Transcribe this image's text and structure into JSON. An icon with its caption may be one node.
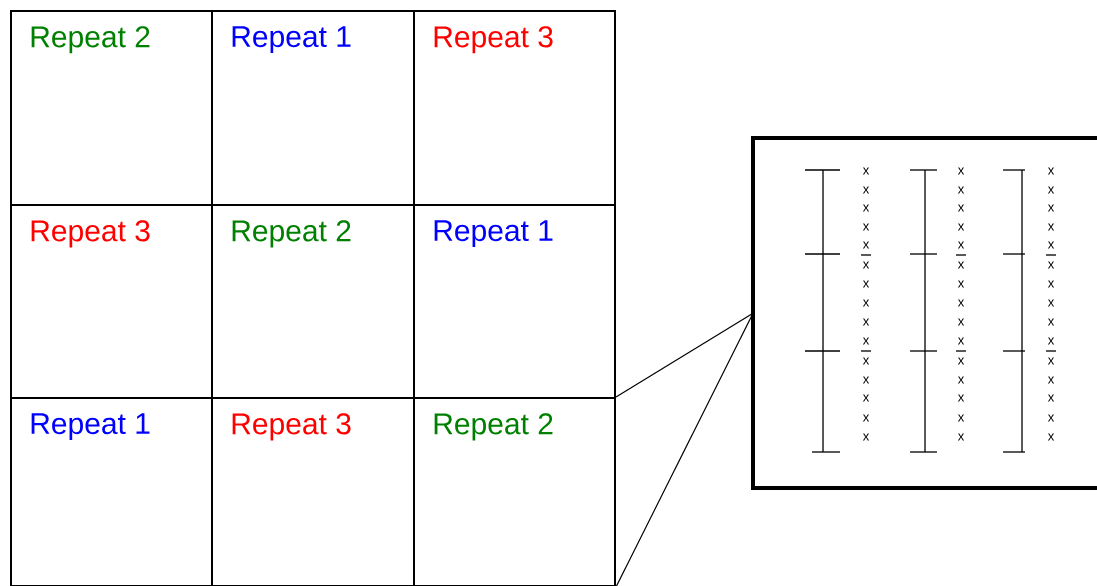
{
  "diagram": {
    "nodes": [
      {
        "text": [
          "Repeat 2"
        ]
      },
      {
        "text": [
          "Repeat 1"
        ]
      },
      {
        "text": [
          "Repeat 3"
        ]
      },
      {
        "text": [
          "Repeat 3"
        ]
      },
      {
        "text": [
          "Repeat 2"
        ]
      },
      {
        "text": [
          "Repeat 1"
        ]
      },
      {
        "text": [
          "Repeat 1"
        ]
      },
      {
        "text": [
          "Repeat 3"
        ]
      },
      {
        "text": [
          "Repeat 2"
        ]
      },
      {
        "text": [],
        "shape": "box"
      }
    ],
    "edges": [
      {
        "from": 8,
        "to": 9,
        "arrow": "none"
      },
      {
        "from": 8,
        "to": 9,
        "arrow": "none"
      }
    ],
    "labels": [
      "x",
      "x",
      "x",
      "x",
      "x",
      "x",
      "x",
      "x",
      "x",
      "x",
      "x",
      "x",
      "x",
      "x",
      "x",
      "x",
      "x",
      "x",
      "x",
      "x",
      "x",
      "x",
      "x",
      "x",
      "x",
      "x",
      "x",
      "x",
      "x",
      "x",
      "x",
      "x",
      "x",
      "x",
      "x",
      "x",
      "x",
      "x",
      "x",
      "x",
      "x",
      "x",
      "x",
      "x",
      "x"
    ]
  }
}
